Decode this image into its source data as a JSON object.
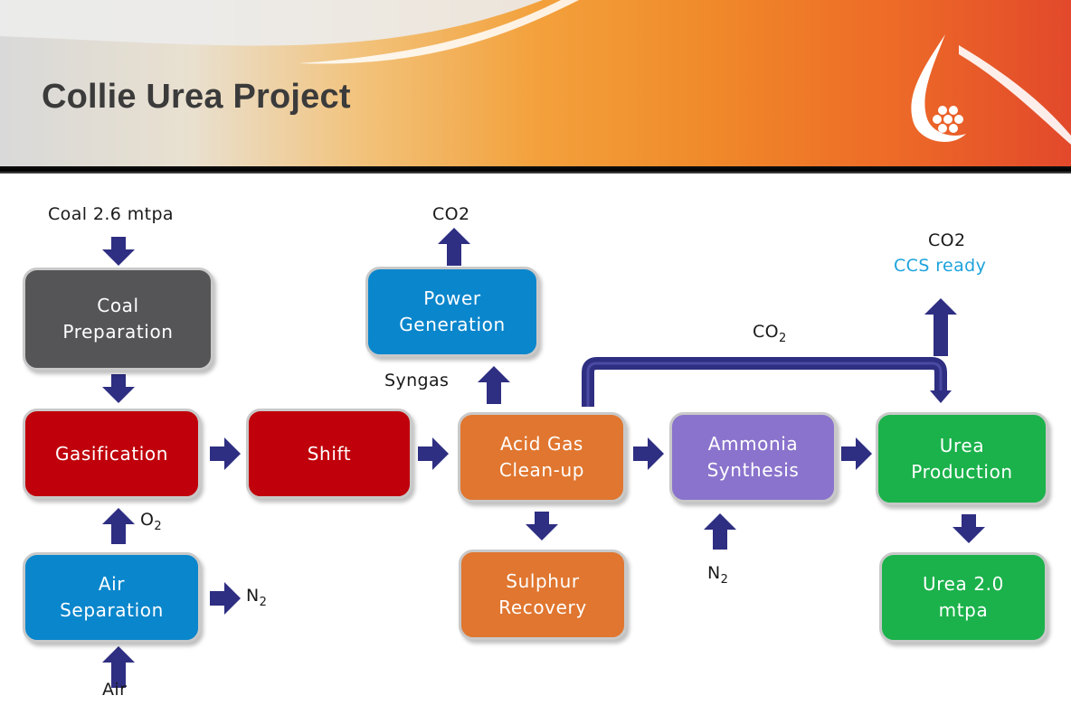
{
  "header": {
    "title": "Collie Urea Project"
  },
  "boxes": {
    "coal_prep": "Coal\nPreparation",
    "gasification": "Gasification",
    "shift": "Shift",
    "acid_gas": "Acid Gas\nClean-up",
    "ammonia": "Ammonia\nSynthesis",
    "urea_prod": "Urea\nProduction",
    "power_gen": "Power\nGeneration",
    "sulphur": "Sulphur\nRecovery",
    "air_sep": "Air\nSeparation",
    "urea_out": "Urea 2.0\nmtpa"
  },
  "labels": {
    "coal_in": "Coal 2.6 mtpa",
    "co2_power": "CO2",
    "co2_ccs": "CO2",
    "ccs_ready": "CCS ready",
    "co2_loop_base": "CO",
    "co2_loop_sub": "2",
    "syngas": "Syngas",
    "o2_base": "O",
    "o2_sub": "2",
    "n2_air_base": "N",
    "n2_air_sub": "2",
    "n2_ammonia_base": "N",
    "n2_ammonia_sub": "2",
    "air_in": "Air"
  },
  "colors": {
    "coal_prep": "#555557",
    "gasification": "#c0000a",
    "shift": "#c0000a",
    "acid_gas": "#e0762f",
    "ammonia": "#8a73cc",
    "urea_prod": "#1bb24b",
    "power_gen": "#0a86cc",
    "sulphur": "#e0762f",
    "air_sep": "#0a86cc",
    "urea_out": "#1bb24b",
    "arrow": "#2e2e82",
    "ccs_text": "#1ea3dc"
  }
}
